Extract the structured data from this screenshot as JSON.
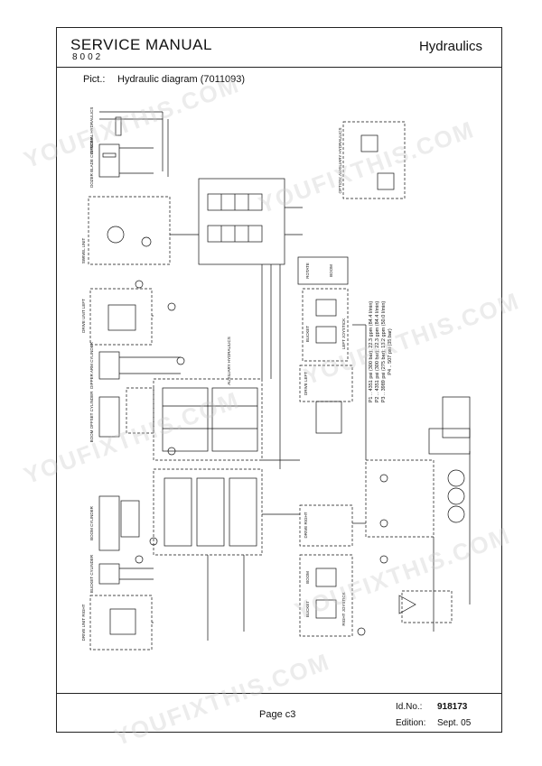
{
  "header": {
    "title": "SERVICE  MANUAL",
    "model": "8002",
    "section": "Hydraulics"
  },
  "picture": {
    "label": "Pict.:",
    "title": "Hydraulic  diagram  (7011093)"
  },
  "components": {
    "optional_hydraulics": "OPTIONAL HYDRAULICS",
    "dozer_blade_cylinder": "DOZER BLADE CYLINDER",
    "swivel_unit": "SWIVEL UNIT",
    "drive_unit_left": "DRIVE UNIT LEFT",
    "dipper_arm_cylinder": "DIPPER ARM CYLINDER",
    "boom_offset_cylinder": "BOOM OFFSET CYLINDER",
    "boom_cylinder": "BOOM CYLINDER",
    "bucket_cylinder": "BUCKET CYLINDER",
    "drive_unit_right": "DRIVE UNIT RIGHT",
    "option_auxiliary_hydraulics": "OPTION: AUXILIARY HYDRAULICS",
    "auxiliary_hydraulics": "AUXILIARY HYDRAULICS",
    "rotate": "ROTATE",
    "bucket": "BUCKET",
    "left_joystick": "LEFT JOYSTICK",
    "drive_left": "DRIVE LEFT",
    "drive_right": "DRIVE RIGHT",
    "boom": "BOOM",
    "right_joystick": "RIGHT JOYSTICK",
    "boom_small": "BOOM"
  },
  "pressures": {
    "p1": "P1 .. 4351 psi (300 bar); 22.3 gpm (84.4 l/min)",
    "p2": "P2 .. 4351 psi (300 bar); 22.3 gpm (84.4 l/min)",
    "p3": "P3 .. 3989 psi (275 bar); 13.2 gpm (50.0 l/min)",
    "p4": "P4 .. 507 psi (35 bar)"
  },
  "footer": {
    "page_label": "Page",
    "page_value": "c3",
    "id_label": "Id.No.:",
    "id_value": "918173",
    "edition_label": "Edition:",
    "edition_value": "Sept. 05"
  },
  "watermark": "YOUFIXTHIS.COM",
  "colors": {
    "line": "#111111",
    "watermark": "#c8c8c8"
  }
}
